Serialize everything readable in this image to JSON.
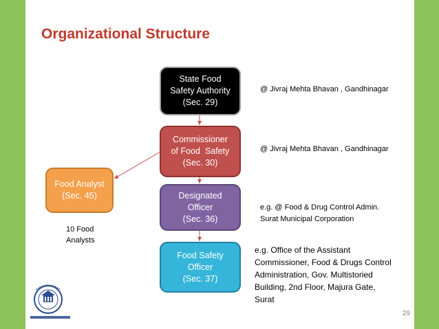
{
  "slide": {
    "title": "Organizational Structure",
    "page_number": "29",
    "colors": {
      "side_bars": "#8dc15a",
      "title": "#c0392b",
      "connector": "#c0504d"
    }
  },
  "org_chart": {
    "nodes": [
      {
        "id": "state_food_safety_authority",
        "lines": [
          "State Food",
          "Safety Authority",
          "(Sec. 29)"
        ],
        "color": "#000000"
      },
      {
        "id": "commissioner_of_food_safety",
        "lines": [
          "Commissioner",
          "of Food  Safety",
          "(Sec. 30)"
        ],
        "color": "#c0504d"
      },
      {
        "id": "designated_officer",
        "lines": [
          "Designated",
          "Officer",
          "(Sec. 36)"
        ],
        "color": "#8064a2"
      },
      {
        "id": "food_safety_officer",
        "lines": [
          "Food Safety",
          "Officer",
          "(Sec. 37)"
        ],
        "color": "#35b5d9"
      },
      {
        "id": "food_analyst",
        "lines": [
          "Food Analyst",
          "(Sec. 45)"
        ],
        "color": "#f5a04a"
      }
    ],
    "notes": {
      "state_authority": [
        "@ Jivraj Mehta Bhavan , Gandhinagar"
      ],
      "commissioner": [
        "@ Jivraj Mehta Bhavan , Gandhinagar"
      ],
      "designated_officer": [
        "e.g. @ Food & Drug Control Admin.",
        "Surat Municipal Corporation"
      ],
      "food_safety_officer": [
        "e.g. Office of the Assistant",
        "Commissioner, Food & Drugs Control",
        "Administration, Gov. Multistoried",
        "Building, 2nd Floor, Majura Gate,",
        "Surat"
      ],
      "food_analyst": [
        "10 Food",
        "Analysts"
      ]
    }
  },
  "logo": {
    "icon": "university-seal-icon",
    "caption": "Gujarat National Law University"
  }
}
